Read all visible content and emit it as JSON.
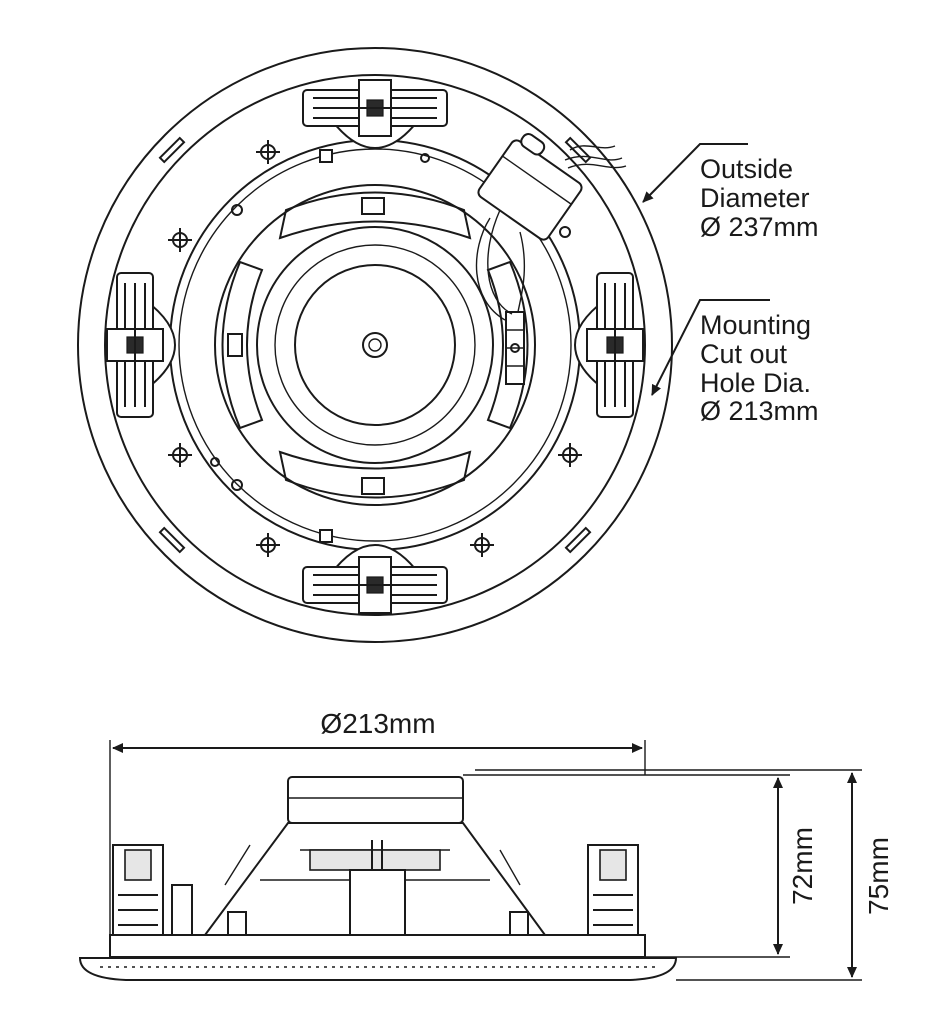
{
  "labels": {
    "outside_diameter": [
      "Outside",
      "Diameter",
      "Ø 237mm"
    ],
    "cutout": [
      "Mounting",
      "Cut out",
      "Hole Dia.",
      "Ø 213mm"
    ]
  },
  "dimensions": {
    "width": "Ø213mm",
    "body_depth": "72mm",
    "total_depth": "75mm"
  },
  "colors": {
    "line": "#1a1a1a",
    "background": "#ffffff"
  }
}
